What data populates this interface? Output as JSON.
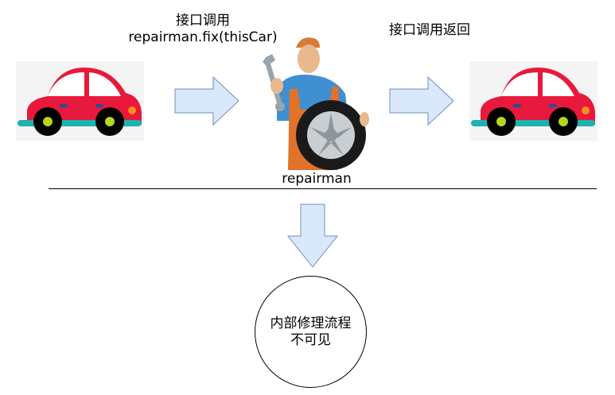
{
  "call_label": {
    "line1": "接口调用",
    "line2": "repairman.fix(thisCar)"
  },
  "return_label": "接口调用返回",
  "repairman_label": "repairman",
  "circle_text": {
    "line1": "内部修理流程",
    "line2": "不可见"
  },
  "icons": {
    "input_car": "car-icon",
    "output_car": "car-icon",
    "repairman": "mechanic-with-tire-icon",
    "arrows": "block-arrow"
  },
  "colors": {
    "arrow_fill": "#dae8fc",
    "arrow_stroke": "#6c8ebf",
    "car_body": "#e8193c",
    "car_bumper": "#1cb2b2",
    "wheel_hub": "#b5d51e",
    "headlight": "#f78c1e",
    "door_handle": "#1e4fa0"
  }
}
